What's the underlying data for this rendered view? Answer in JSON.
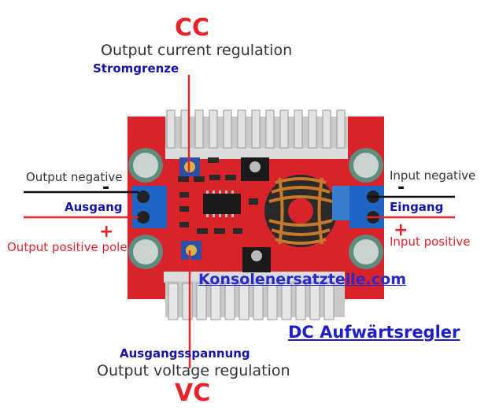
{
  "labels": {
    "cc": "CC",
    "cc_desc": "Output current regulation",
    "cc_de": "Stromgrenze",
    "out_neg": "Output negative",
    "out_neg_sign": "-",
    "out_de": "Ausgang",
    "out_pos_sign": "+",
    "out_pos": "Output positive pole",
    "in_neg": "Input negative",
    "in_neg_sign": "-",
    "in_de": "Eingang",
    "in_pos_sign": "+",
    "in_pos": "Input positive",
    "vc_de": "Ausgangsspannung",
    "vc_desc": "Output voltage regulation",
    "vc": "VC"
  },
  "watermark": "Konsolenersatzteile.com",
  "product_title": "DC Aufwärtsregler",
  "colors": {
    "board_red": "#d8232a",
    "accent_red": "#e8232a",
    "label_blue": "#1414a8",
    "heatsink": "#d4d4d4",
    "copper": "#c8782a"
  }
}
